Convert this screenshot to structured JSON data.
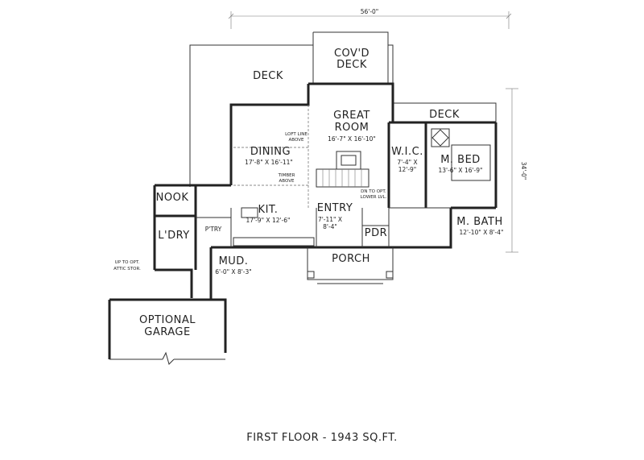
{
  "dimensions": {
    "overall_width": "56'-0\"",
    "overall_depth": "34'-0\""
  },
  "rooms": {
    "covd_deck_line1": "COV'D",
    "covd_deck_line2": "DECK",
    "deck_main": "DECK",
    "deck_right": "DECK",
    "great_room": {
      "line1": "GREAT",
      "line2": "ROOM",
      "size": "16'-7\" X 16'-10\""
    },
    "dining": {
      "name": "DINING",
      "size": "17'-8\" X 16'-11\""
    },
    "wic": {
      "name": "W.I.C.",
      "size1": "7'-4\" X",
      "size2": "12'-9\""
    },
    "m_bed": {
      "name": "M. BED",
      "size": "13'-6\" X 16'-9\""
    },
    "nook": "NOOK",
    "ldry": "L'DRY",
    "kit": {
      "name": "KIT.",
      "size": "17'-9\" X 12'-6\""
    },
    "ptry": "P'TRY",
    "entry": {
      "name": "ENTRY",
      "size1": "7'-11\" X",
      "size2": "8'-4\""
    },
    "pdr": "PDR",
    "m_bath": {
      "name": "M. BATH",
      "size": "12'-10\" X 8'-4\""
    },
    "mud": {
      "name": "MUD.",
      "size": "6'-0\" X 8'-3\""
    },
    "porch": "PORCH",
    "garage": {
      "line1": "OPTIONAL",
      "line2": "GARAGE"
    }
  },
  "notes": {
    "loft_line_1": "LOFT LINE",
    "loft_line_2": "ABOVE",
    "timber_1": "TIMBER",
    "timber_2": "ABOVE",
    "dn_1": "DN TO OPT.",
    "dn_2": "LOWER LVL.",
    "attic_1": "UP TO OPT.",
    "attic_2": "ATTIC STOR."
  },
  "caption": "FIRST FLOOR - 1943 SQ.FT."
}
